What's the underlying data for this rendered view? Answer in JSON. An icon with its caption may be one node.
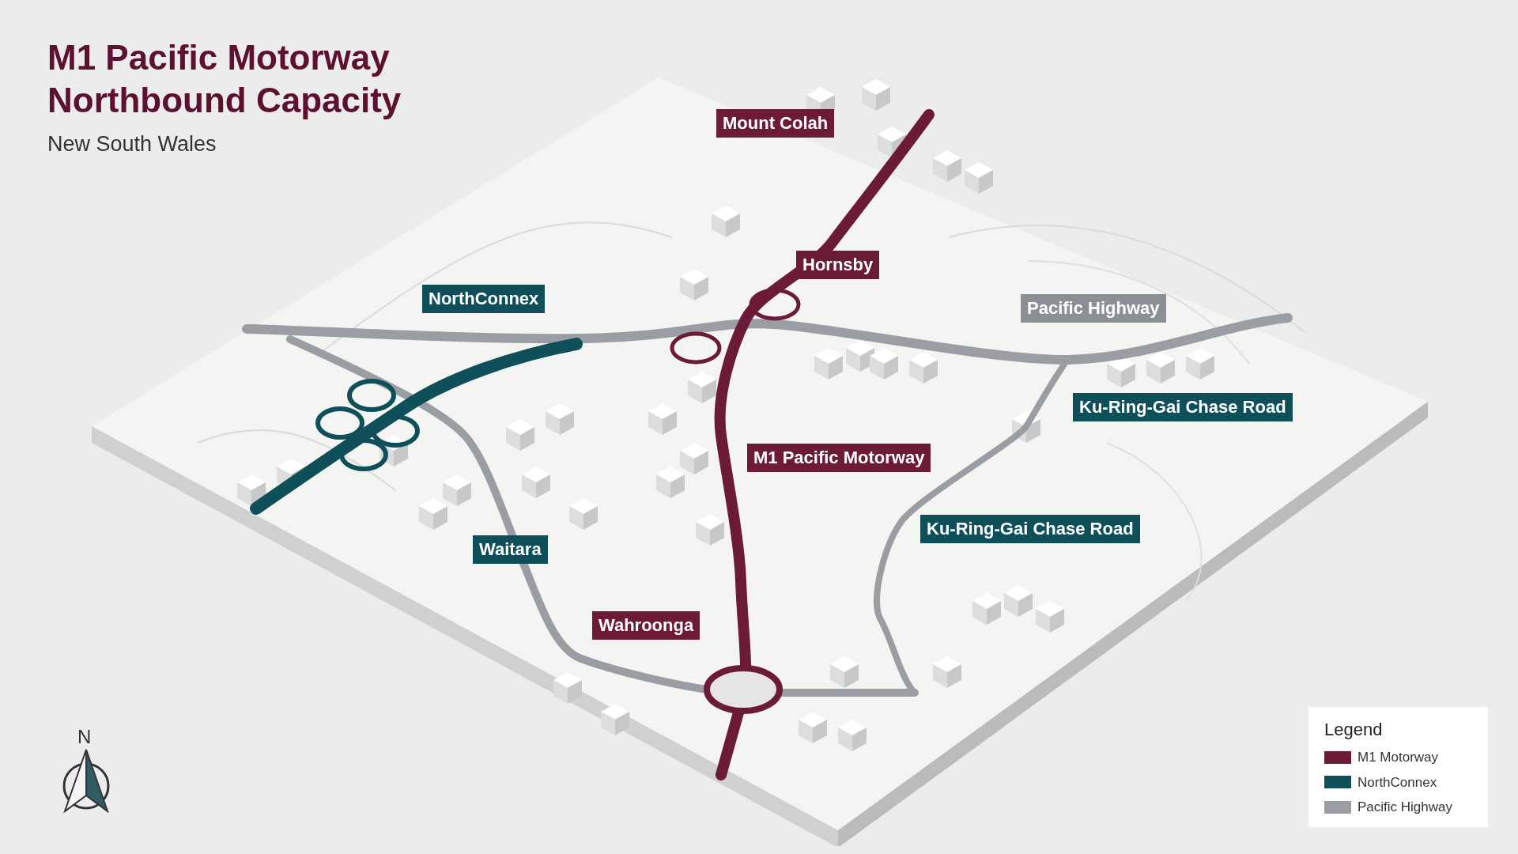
{
  "diagram": {
    "title": "M1 Pacific Motorway Northbound Capacity",
    "labels": [
      "New South Wales",
      "Mount Colah",
      "Hornsby",
      "NorthConnex",
      "Pacific Highway",
      "Ku-Ring-Gai Chase Road",
      "M1 Pacific Motorway",
      "Ku-Ring-Gai Chase Road",
      "Waitara",
      "Wahroonga",
      "N",
      "Legend"
    ],
    "legend": [
      {
        "text": "M1 Motorway",
        "color": "#6b1a38"
      },
      {
        "text": "NorthConnex",
        "color": "#0f4f5a"
      },
      {
        "text": "Pacific Highway",
        "color": "#9a9ea3"
      }
    ]
  }
}
